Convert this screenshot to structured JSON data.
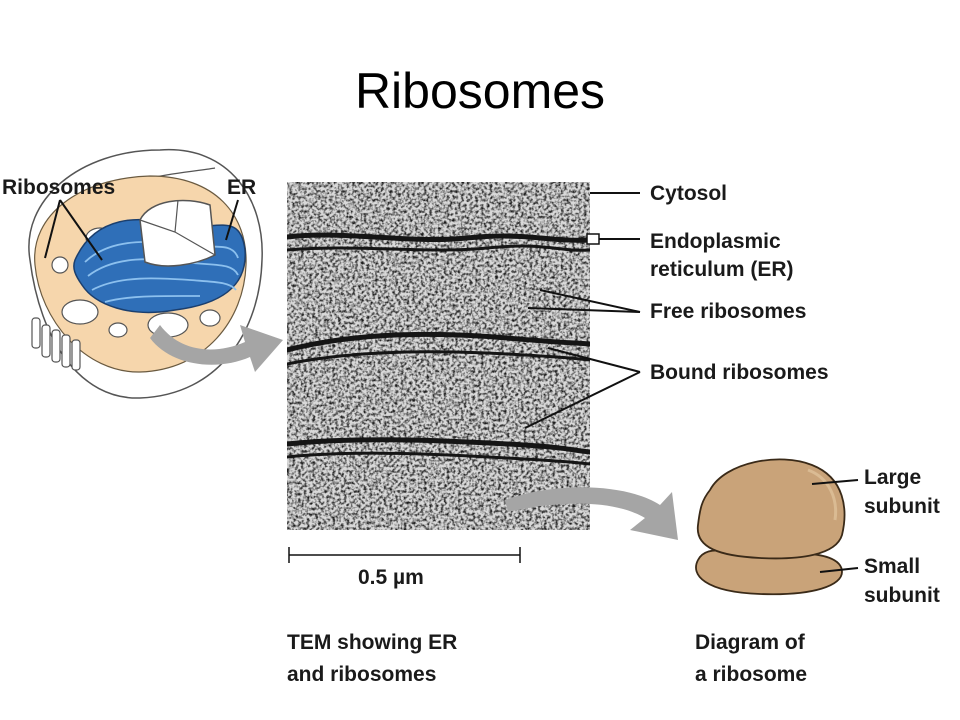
{
  "title": "Ribosomes",
  "cell": {
    "ribosomes_label": "Ribosomes",
    "er_label": "ER"
  },
  "tem": {
    "labels": {
      "cytosol": "Cytosol",
      "er_line1": "Endoplasmic",
      "er_line2": "reticulum (ER)",
      "free": "Free ribosomes",
      "bound": "Bound ribosomes"
    },
    "scale_label": "0.5 µm",
    "caption_line1": "TEM showing ER",
    "caption_line2": "and ribosomes"
  },
  "ribosome": {
    "large_line1": "Large",
    "large_line2": "subunit",
    "small_line1": "Small",
    "small_line2": "subunit",
    "caption_line1": "Diagram of",
    "caption_line2": "a ribosome"
  },
  "colors": {
    "er_blue": "#2f6fb8",
    "cytoplasm": "#f6d6ac",
    "ribosome_brown": "#c9a379",
    "arrow_gray": "#9a9a9a"
  }
}
